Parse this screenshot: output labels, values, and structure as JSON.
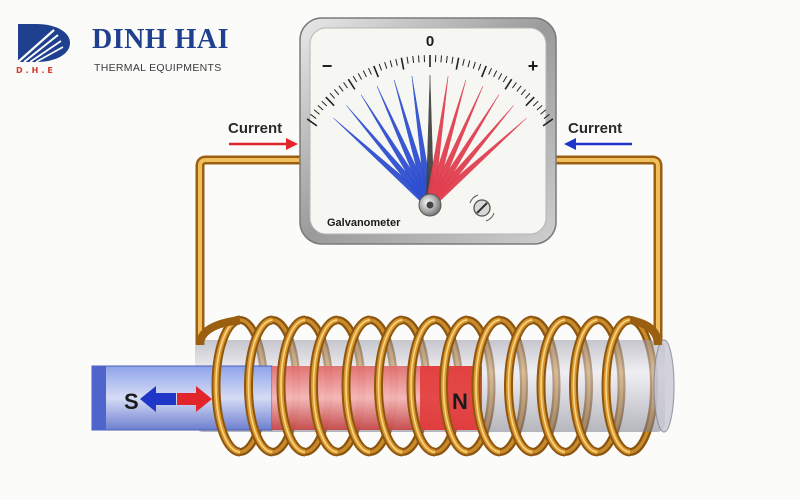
{
  "brand": {
    "abbr": "D.H.E",
    "name": "DINH HAI",
    "tagline": "THERMAL EQUIPMENTS"
  },
  "galvanometer": {
    "label": "Galvanometer",
    "scale_zero": "0",
    "scale_minus": "−",
    "scale_plus": "+"
  },
  "current_left": "Current",
  "current_right": "Current",
  "magnet": {
    "south": "S",
    "north": "N"
  },
  "colors": {
    "copper": "#d9962b",
    "left_needles": "#2f4fd0",
    "right_needles": "#e04050",
    "current_arrow_left": "#e2242b",
    "current_arrow_right": "#1f36c8",
    "magnet_south": "#5a78de",
    "magnet_north": "#e53a3a"
  }
}
